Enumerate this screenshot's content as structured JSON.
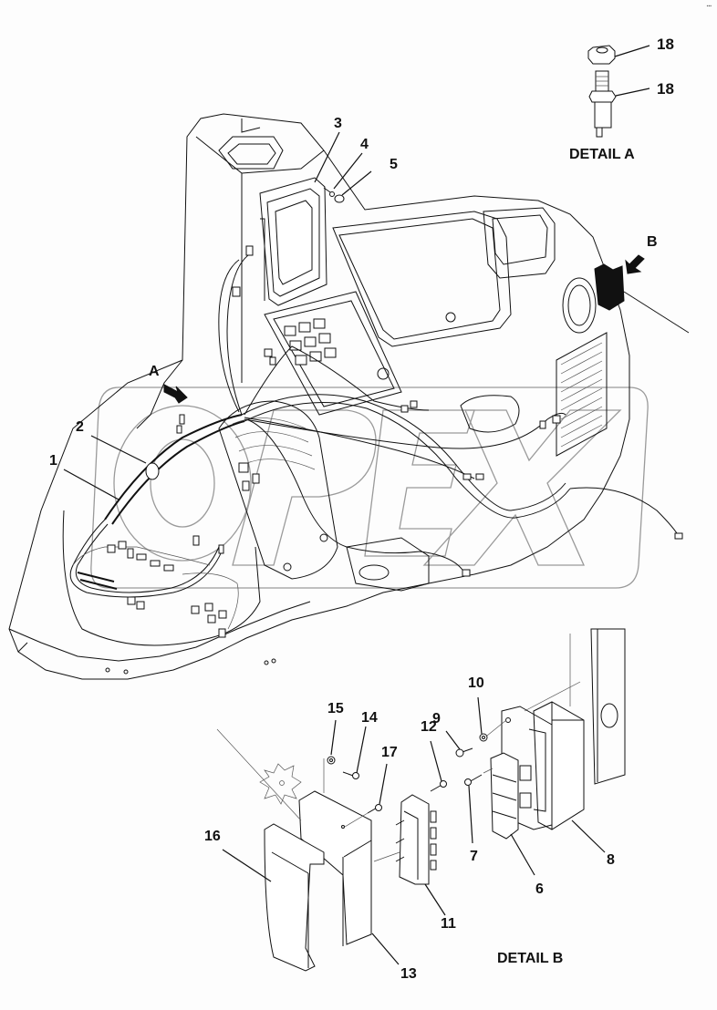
{
  "diagram": {
    "type": "exploded parts diagram",
    "subject": "cab console electrical wiring harness",
    "watermark": "OPEX",
    "corner_mark": "▪▪▪",
    "callouts": [
      {
        "id": "1",
        "text": "1"
      },
      {
        "id": "2",
        "text": "2"
      },
      {
        "id": "3",
        "text": "3"
      },
      {
        "id": "4",
        "text": "4"
      },
      {
        "id": "5",
        "text": "5"
      },
      {
        "id": "6",
        "text": "6"
      },
      {
        "id": "7",
        "text": "7"
      },
      {
        "id": "8",
        "text": "8"
      },
      {
        "id": "9",
        "text": "9"
      },
      {
        "id": "10",
        "text": "10"
      },
      {
        "id": "11",
        "text": "11"
      },
      {
        "id": "12",
        "text": "12"
      },
      {
        "id": "13",
        "text": "13"
      },
      {
        "id": "14",
        "text": "14"
      },
      {
        "id": "15",
        "text": "15"
      },
      {
        "id": "16",
        "text": "16"
      },
      {
        "id": "17",
        "text": "17"
      },
      {
        "id": "18a",
        "text": "18"
      },
      {
        "id": "18b",
        "text": "18"
      }
    ],
    "view_markers": [
      {
        "id": "A",
        "text": "A"
      },
      {
        "id": "B",
        "text": "B"
      }
    ],
    "detail_titles": {
      "detail_a": "DETAIL A",
      "detail_b": "DETAIL B"
    },
    "colors": {
      "line": "#111111",
      "watermark": "#9a9a9a",
      "background": "#fdfdfd"
    }
  }
}
